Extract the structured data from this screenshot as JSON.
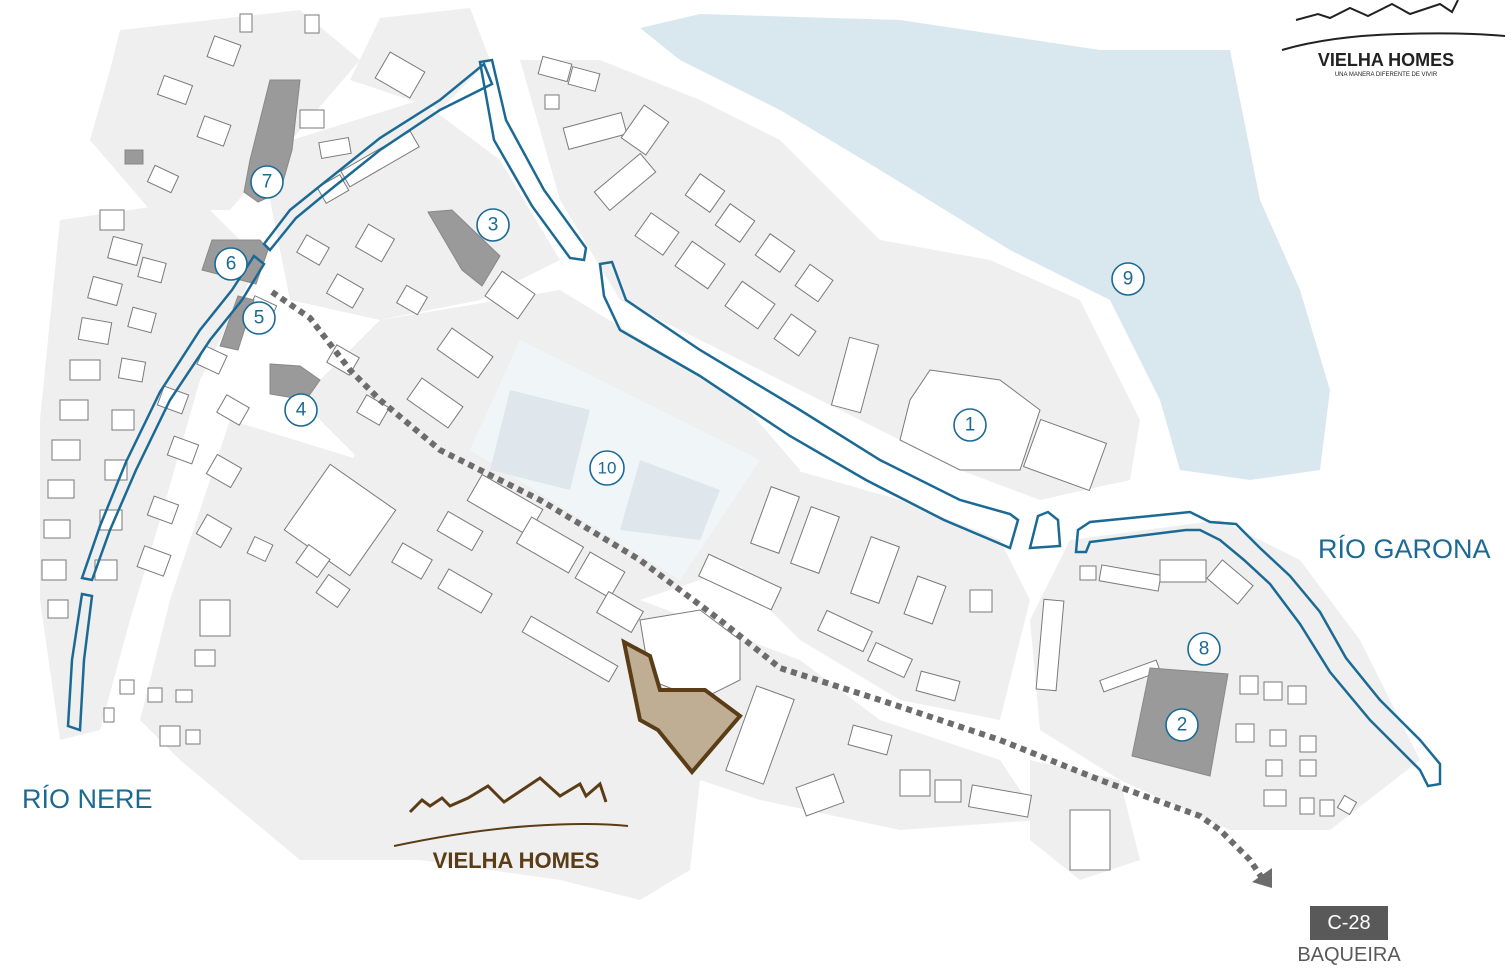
{
  "logos": {
    "top_right": {
      "brand": "VIELHA HOMES",
      "tagline": "UNA MANERA  DIFERENTE  DE VIVIR"
    },
    "center": {
      "brand": "VIELHA HOMES"
    }
  },
  "rivers": [
    {
      "name": "RÍO GARONA"
    },
    {
      "name": "RÍO NERE"
    }
  ],
  "markers": [
    "1",
    "2",
    "3",
    "4",
    "5",
    "6",
    "7",
    "8",
    "9",
    "10"
  ],
  "road": {
    "code": "C-28",
    "destination": "BAQUEIRA"
  },
  "colors": {
    "river_line": "#1b6a95",
    "lake": "#d9e8ef",
    "land_block": "#efefef",
    "highlight_plot": "#bfae94",
    "highlight_outline": "#5a3d17",
    "brand_brown": "#5a3d17",
    "landmark_building": "#9a9a9a",
    "route": "#6c6c6c",
    "badge": "#595959"
  },
  "icons": [
    "route-arrow-icon",
    "mountain-roof-icon"
  ]
}
